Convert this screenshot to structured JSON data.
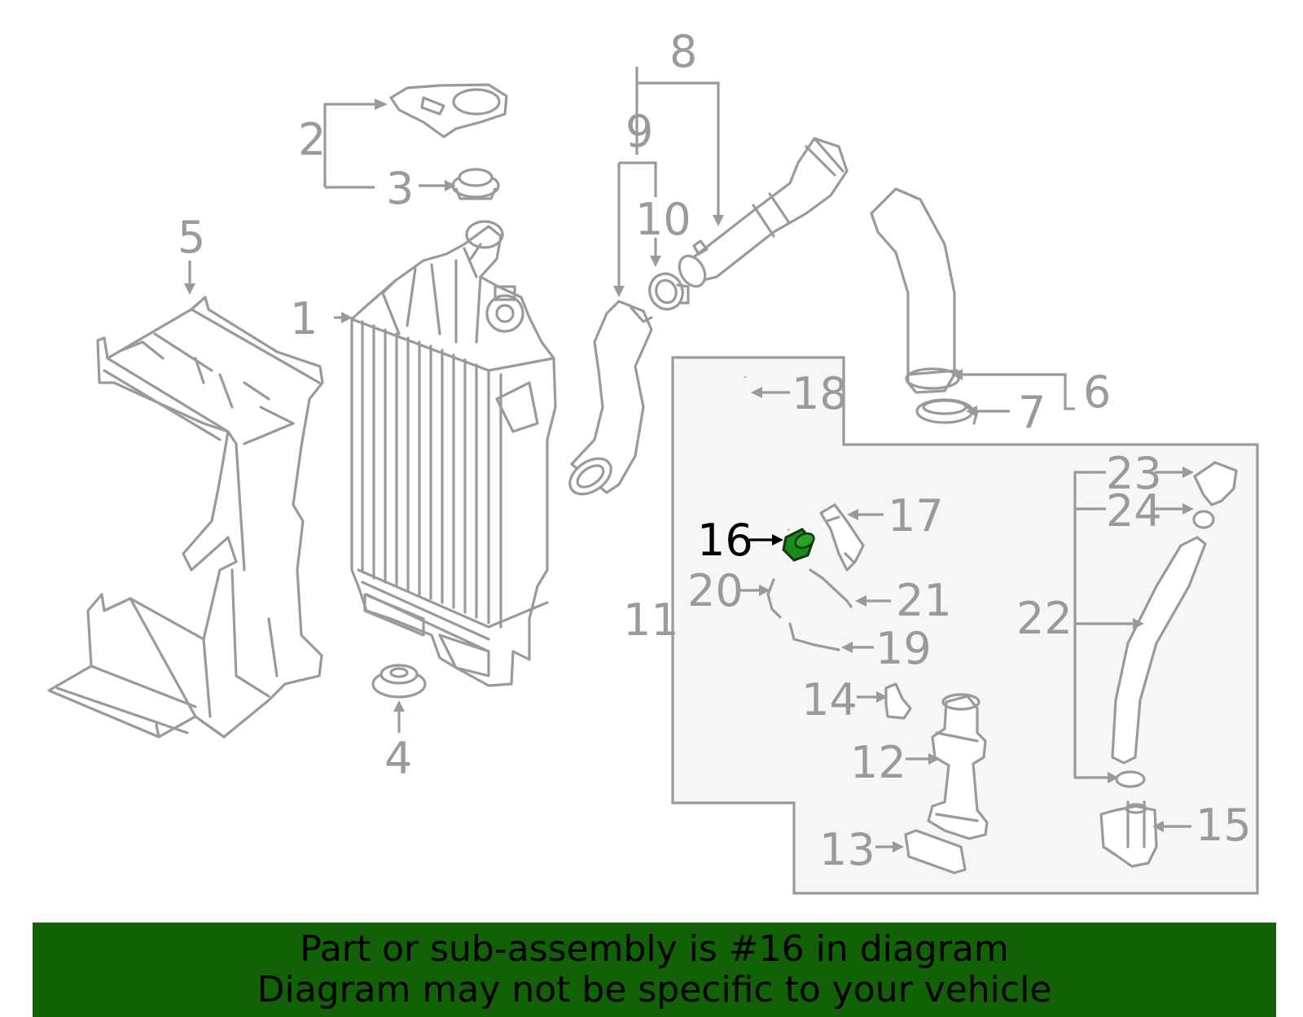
{
  "colors": {
    "line": "#9a9a9a",
    "highlight_part": "#1a8a1a",
    "highlight_label": "#000000",
    "banner_bg": "#136107",
    "inset_bg": "#f6f6f6"
  },
  "callouts": {
    "c1": "1",
    "c2": "2",
    "c3": "3",
    "c4": "4",
    "c5": "5",
    "c6": "6",
    "c7": "7",
    "c8": "8",
    "c9": "9",
    "c10": "10",
    "c11": "11",
    "c12": "12",
    "c13": "13",
    "c14": "14",
    "c15": "15",
    "c16": "16",
    "c17": "17",
    "c18": "18",
    "c19": "19",
    "c20": "20",
    "c21": "21",
    "c22": "22",
    "c23": "23",
    "c24": "24"
  },
  "highlighted_part": "16",
  "banner": {
    "line1": "Part or sub-assembly is #16 in diagram",
    "line2": "Diagram may not be specific to your vehicle"
  }
}
